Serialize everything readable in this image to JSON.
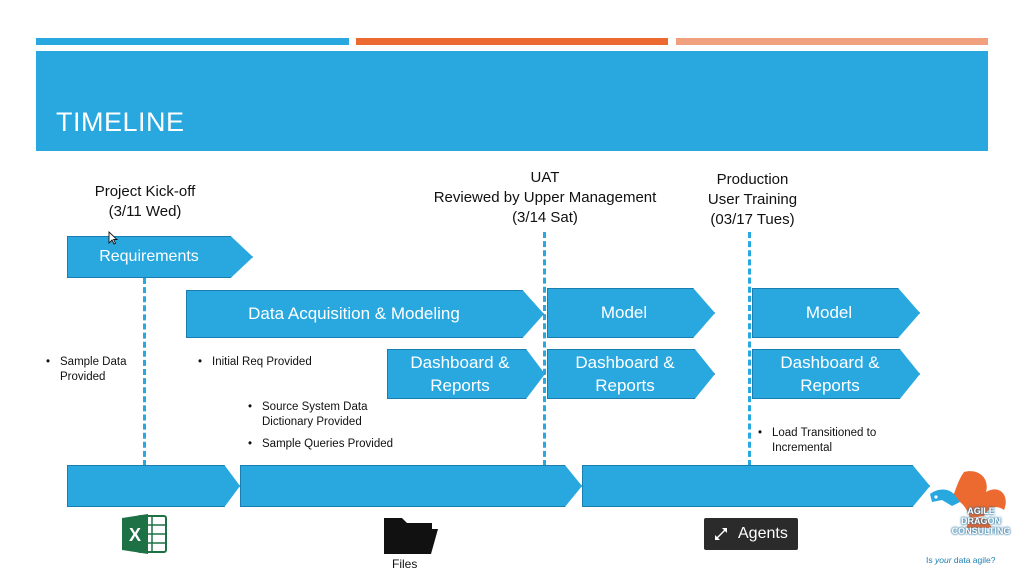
{
  "colors": {
    "blue": "#29a8e0",
    "orange": "#ec6a30",
    "peach": "#f0a07c"
  },
  "title": "TIMELINE",
  "milestones": {
    "kickoff": {
      "line1": "Project Kick-off",
      "line2": "(3/11 Wed)"
    },
    "uat": {
      "line1": "UAT",
      "line2": "Reviewed by Upper Management",
      "line3": "(3/14 Sat)"
    },
    "production": {
      "line1": "Production",
      "line2": "User Training",
      "line3": "(03/17 Tues)"
    }
  },
  "phases": {
    "requirements": "Requirements",
    "data_acq": "Data Acquisition & Modeling",
    "model_1": "Model",
    "model_2": "Model",
    "dash_1": {
      "line1": "Dashboard &",
      "line2": "Reports"
    },
    "dash_2": {
      "line1": "Dashboard &",
      "line2": "Reports"
    },
    "dash_3": {
      "line1": "Dashboard &",
      "line2": "Reports"
    }
  },
  "notes": {
    "sample_data": {
      "line1": "Sample Data",
      "line2": "Provided"
    },
    "initial_req": "Initial Req Provided",
    "source_dict": {
      "line1": "Source System Data",
      "line2": "Dictionary Provided"
    },
    "sample_queries": "Sample Queries Provided",
    "load_transition": {
      "line1": "Load Transitioned to",
      "line2": "Incremental"
    }
  },
  "icons": {
    "excel": "excel-icon",
    "files": "folder-icon",
    "files_label": "Files",
    "agents_label": "Agents"
  },
  "logo": {
    "line1": "AGILE",
    "line2": "DRAGON",
    "line3": "CONSULTING",
    "tagline_pre": "Is ",
    "tagline_em": "your",
    "tagline_post": " data agile?"
  }
}
